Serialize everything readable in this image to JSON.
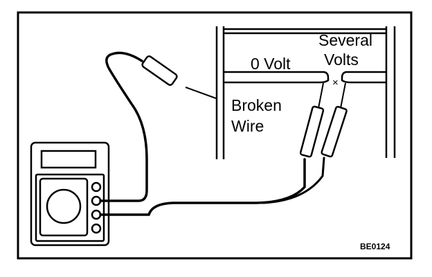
{
  "labels": {
    "zero_volt": "0 Volt",
    "several_volts_line1": "Several",
    "several_volts_line2": "Volts",
    "broken_wire_line1": "Broken",
    "broken_wire_line2": "Wire",
    "break_mark": "×",
    "figure_code": "BE0124"
  },
  "colors": {
    "ink": "#000000",
    "paper": "#ffffff"
  },
  "icons": [
    "multimeter-icon",
    "test-probe-icon"
  ]
}
